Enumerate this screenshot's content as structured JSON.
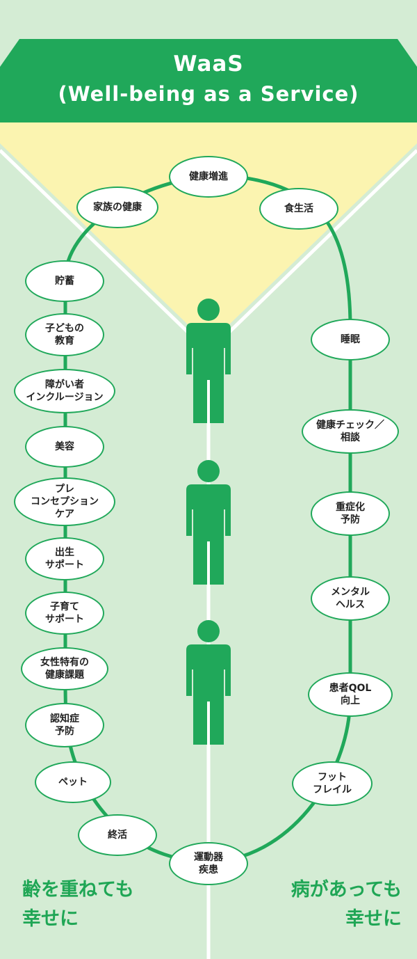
{
  "header": {
    "title": "WaaS",
    "subtitle": "(Well-being as a Service)"
  },
  "colors": {
    "primary_green": "#20a85a",
    "background_green": "#d4ecd4",
    "highlight_yellow": "#fbf4b0",
    "white": "#ffffff"
  },
  "icons": [
    "person-icon",
    "person-icon",
    "person-icon"
  ],
  "nodes": [
    {
      "id": "health-promotion",
      "label": "健康増進"
    },
    {
      "id": "family-health",
      "label": "家族の健康"
    },
    {
      "id": "diet",
      "label": "食生活"
    },
    {
      "id": "savings",
      "label": "貯蓄"
    },
    {
      "id": "child-education",
      "label": "子どもの\n教育"
    },
    {
      "id": "disability-inclusion",
      "label": "障がい者\nインクルージョン"
    },
    {
      "id": "beauty",
      "label": "美容"
    },
    {
      "id": "preconception-care",
      "label": "プレ\nコンセプション\nケア"
    },
    {
      "id": "birth-support",
      "label": "出生\nサポート"
    },
    {
      "id": "childcare-support",
      "label": "子育て\nサポート"
    },
    {
      "id": "womens-health",
      "label": "女性特有の\n健康課題"
    },
    {
      "id": "dementia-prevention",
      "label": "認知症\n予防"
    },
    {
      "id": "pet",
      "label": "ペット"
    },
    {
      "id": "end-of-life",
      "label": "終活"
    },
    {
      "id": "locomotor-disease",
      "label": "運動器\n疾患"
    },
    {
      "id": "sleep",
      "label": "睡眠"
    },
    {
      "id": "health-check",
      "label": "健康チェック／\n相談"
    },
    {
      "id": "severity-prevention",
      "label": "重症化\n予防"
    },
    {
      "id": "mental-health",
      "label": "メンタル\nヘルス"
    },
    {
      "id": "patient-qol",
      "label": "患者QOL\n向上"
    },
    {
      "id": "foot-frailty",
      "label": "フット\nフレイル"
    }
  ],
  "captions": {
    "left": [
      "齢を重ねても",
      "幸せに"
    ],
    "right": [
      "病があっても",
      "幸せに"
    ]
  }
}
